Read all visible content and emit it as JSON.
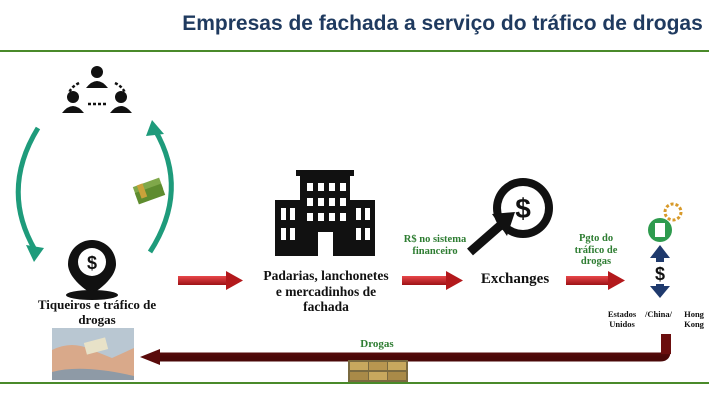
{
  "title": "Empresas de fachada a serviço do tráfico de drogas",
  "nodes": {
    "dealers": {
      "label": "Tiqueiros e tráfico de drogas"
    },
    "businesses": {
      "label": "Padarias, lanchonetes e mercadinhos de fachada"
    },
    "exchanges": {
      "label": "Exchanges"
    },
    "foreign": {
      "label": "Estados Unidos/China/Hong Kong",
      "us": "Estados Unidos",
      "china": "/China/",
      "hk": "Hong Kong"
    }
  },
  "edges": {
    "financial": {
      "label": "R$ no sistema financeiro"
    },
    "payment": {
      "label": "Pgto do tráfico de drogas"
    },
    "drugs": {
      "label": "Drogas"
    }
  },
  "icons": [
    "people-network-icon",
    "money-bundle-icon",
    "dollar-pin-icon",
    "building-icon",
    "dollar-arrow-icon",
    "dollar-exchange-icon"
  ],
  "colors": {
    "title": "#1f3a5f",
    "arrow": "#c0181b",
    "drugs_arrow": "#6b0e0e",
    "green": "#2e7d32",
    "teal": "#1e9b7b"
  }
}
